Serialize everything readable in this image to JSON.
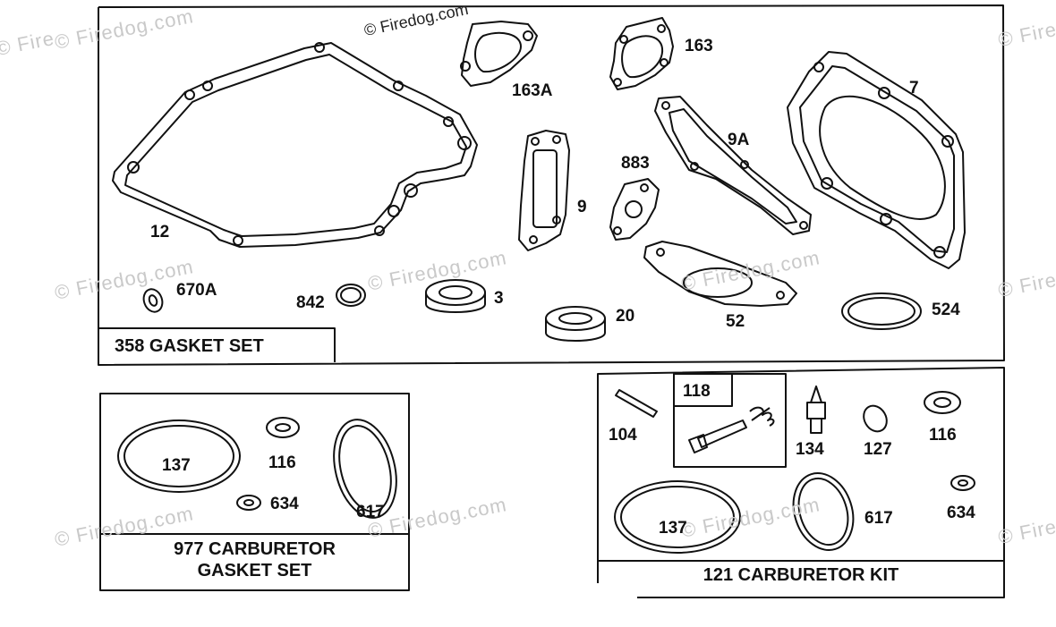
{
  "watermark": {
    "text": "© Firedog.com",
    "partial_left": "© Fire",
    "partial_right": "© Fire"
  },
  "panels": {
    "gasket_set": {
      "title": "358 GASKET SET"
    },
    "carb_gasket_set": {
      "title_line1": "977 CARBURETOR",
      "title_line2": "GASKET SET"
    },
    "carb_kit": {
      "title": "121 CARBURETOR KIT",
      "subkit_label": "118"
    }
  },
  "parts": {
    "p12": "12",
    "p670A": "670A",
    "p842": "842",
    "p3": "3",
    "p163A": "163A",
    "p163": "163",
    "p9": "9",
    "p9A": "9A",
    "p883": "883",
    "p7": "7",
    "p20": "20",
    "p52": "52",
    "p524": "524",
    "c137": "137",
    "c116": "116",
    "c634": "634",
    "c617": "617",
    "k104": "104",
    "k134": "134",
    "k127": "127",
    "k116": "116",
    "k137": "137",
    "k617": "617",
    "k634": "634"
  },
  "colors": {
    "line": "#111111",
    "watermark": "#c9c9c9",
    "background": "#ffffff"
  }
}
